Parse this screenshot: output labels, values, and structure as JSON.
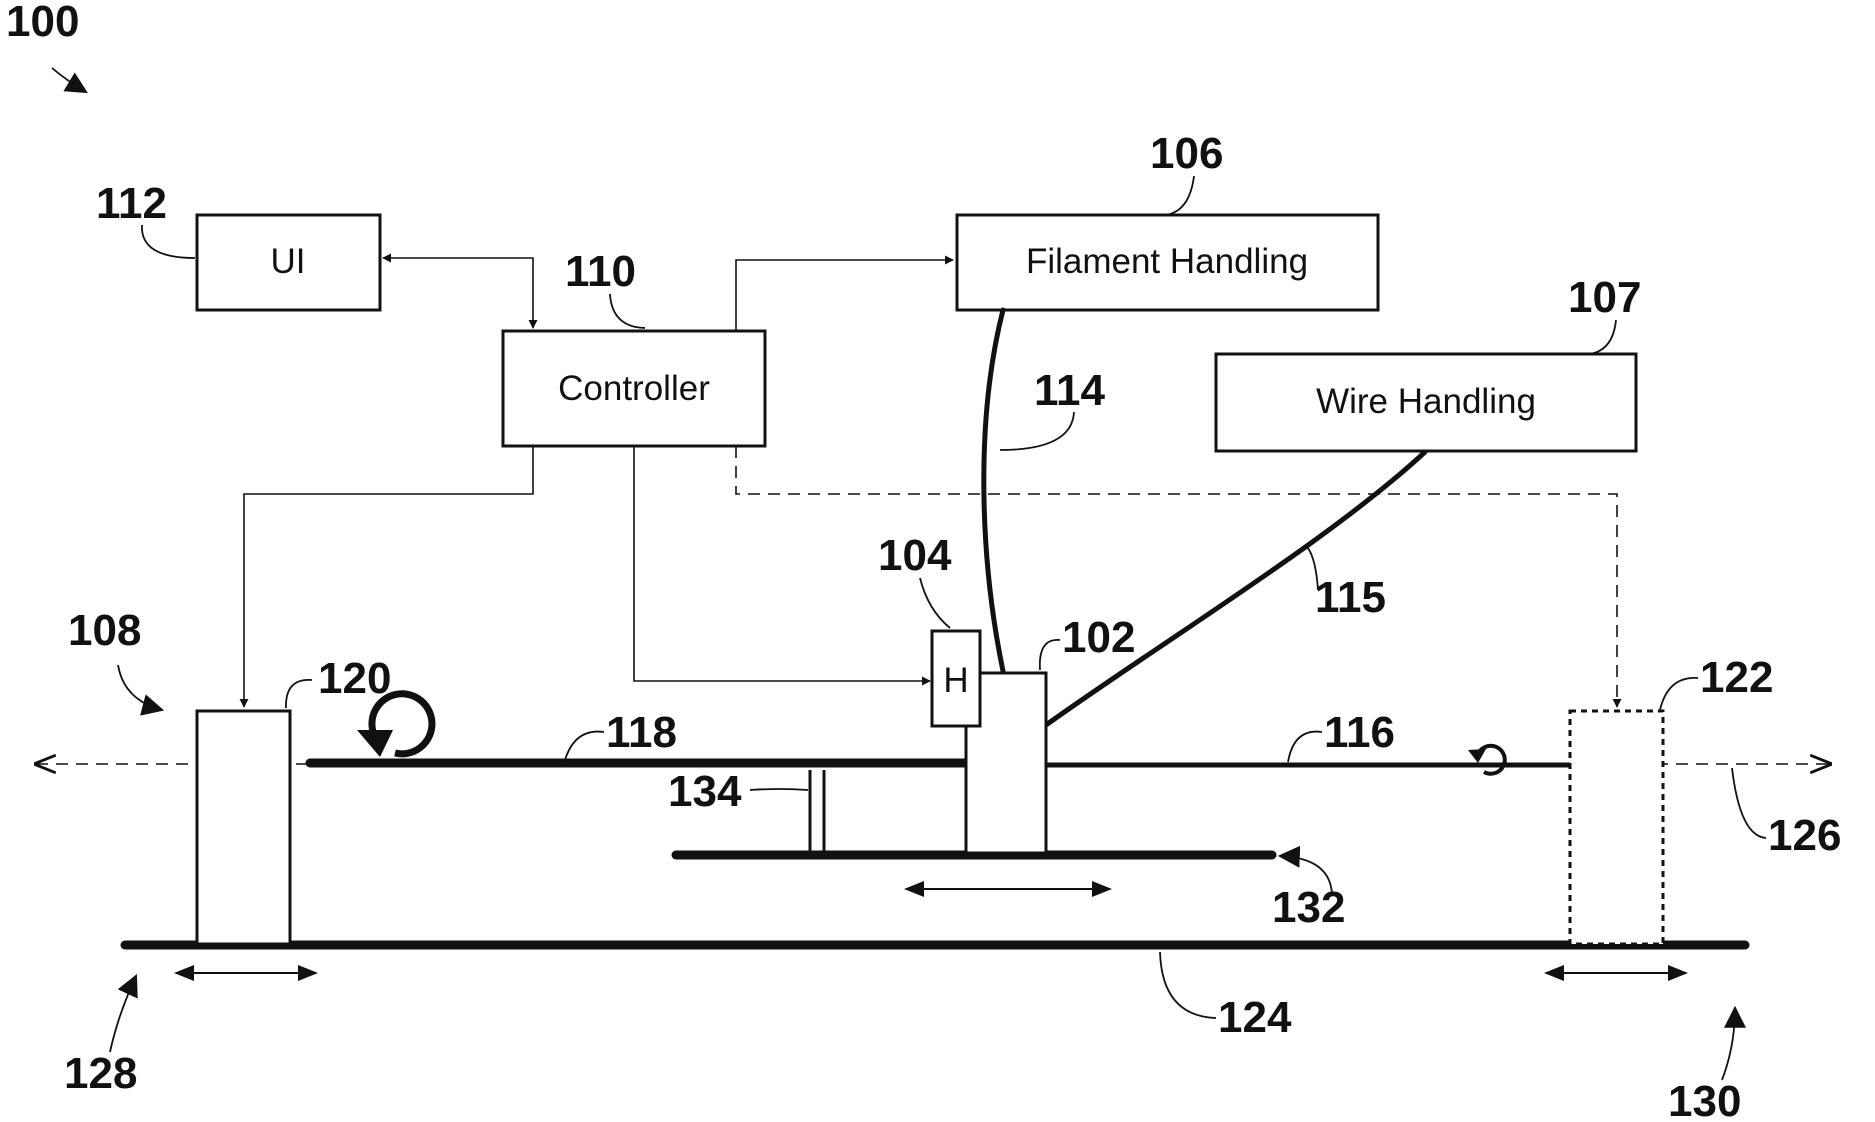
{
  "figure": {
    "ref": "100"
  },
  "blocks": {
    "ui": {
      "label": "UI",
      "ref": "112"
    },
    "controller": {
      "label": "Controller",
      "ref": "110"
    },
    "filament_handling": {
      "label": "Filament Handling",
      "ref": "106"
    },
    "wire_handling": {
      "label": "Wire Handling",
      "ref": "107"
    },
    "heater": {
      "label": "H",
      "ref": "104"
    }
  },
  "refs": {
    "head": "102",
    "left_clamp": "120",
    "right_clamp": "122",
    "assembly": "108",
    "filament": "114",
    "wire": "115",
    "core_right": "116",
    "core_left": "118",
    "rail": "124",
    "axis": "126",
    "left_end": "128",
    "right_end": "130",
    "head_rail": "132",
    "support": "134"
  }
}
